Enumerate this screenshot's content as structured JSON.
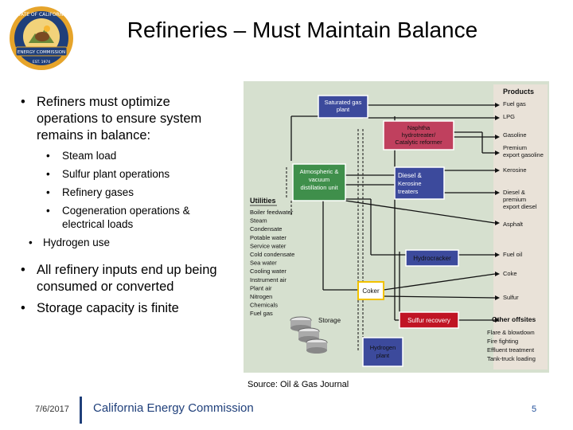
{
  "slide": {
    "title": "Refineries – Must Maintain Balance",
    "logo_text": {
      "top": "STATE OF CALIFORNIA",
      "bottom": "ENERGY COMMISSION",
      "est": "EST. 1974"
    }
  },
  "bullets": {
    "b1": "Refiners must optimize operations to ensure system remains in balance:",
    "sub": [
      "Steam load",
      "Sulfur plant operations",
      "Refinery gases",
      "Cogeneration operations & electrical loads"
    ],
    "hydrogen": "Hydrogen use",
    "b2": "All refinery inputs end up being consumed or converted",
    "b3": "Storage capacity is finite"
  },
  "diagram": {
    "units": {
      "saturated_gas": [
        "Saturated gas",
        "plant"
      ],
      "naphtha": [
        "Naphtha",
        "hydrotreater/",
        "Catalytic reformer"
      ],
      "atmospheric": [
        "Atmospheric &",
        "vacuum",
        "distillation unit"
      ],
      "diesel": [
        "Diesel &",
        "Kerosine",
        "treaters"
      ],
      "hydrocracker": "Hydrocracker",
      "coker": "Coker",
      "sulfur_recovery": "Sulfur recovery",
      "hydrogen_plant": [
        "Hydrogen",
        "plant"
      ],
      "storage": "Storage"
    },
    "products_title": "Products",
    "products": [
      "Fuel gas",
      "LPG",
      "Gasoline",
      "Premium",
      "export gasoline",
      "Kerosine",
      "Diesel &",
      "premium",
      "export diesel",
      "Asphalt",
      "Fuel oil",
      "Coke",
      "Sulfur"
    ],
    "utilities_title": "Utilities",
    "utilities": [
      "Boiler feedwater",
      "Steam",
      "Condensate",
      "Potable water",
      "Service water",
      "Cold condensate",
      "Sea water",
      "Cooling water",
      "Instrument air",
      "Plant air",
      "Nitrogen",
      "Chemicals",
      "Fuel gas"
    ],
    "offsites_title": "Other offsites",
    "offsites": [
      "Flare & blowdown",
      "Fire fighting",
      "Effluent treatment",
      "Tank-truck loading"
    ],
    "colors": {
      "background": "#d6e0cf",
      "green_unit": "#3f8f4b",
      "blue_unit": "#3c4a9c",
      "pink_unit": "#c0405e",
      "red_unit": "#c01424",
      "white_unit": "#ffffff",
      "product_bg": "#e9e2d8",
      "arrow": "#111111"
    }
  },
  "source": "Source: Oil & Gas Journal",
  "footer": {
    "date": "7/6/2017",
    "org": "California Energy Commission",
    "page": "5"
  }
}
